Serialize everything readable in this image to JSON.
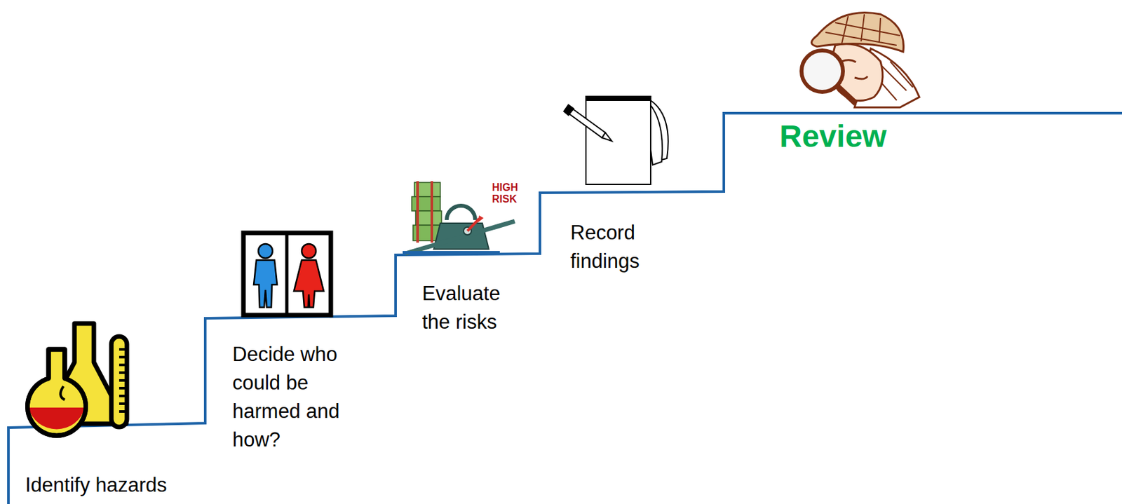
{
  "diagram": {
    "labels": [
      "Identify hazards",
      "Decide who could be harmed and how?",
      "Evaluate the risks",
      "Record findings",
      "Review",
      "HIGH RISK"
    ]
  }
}
